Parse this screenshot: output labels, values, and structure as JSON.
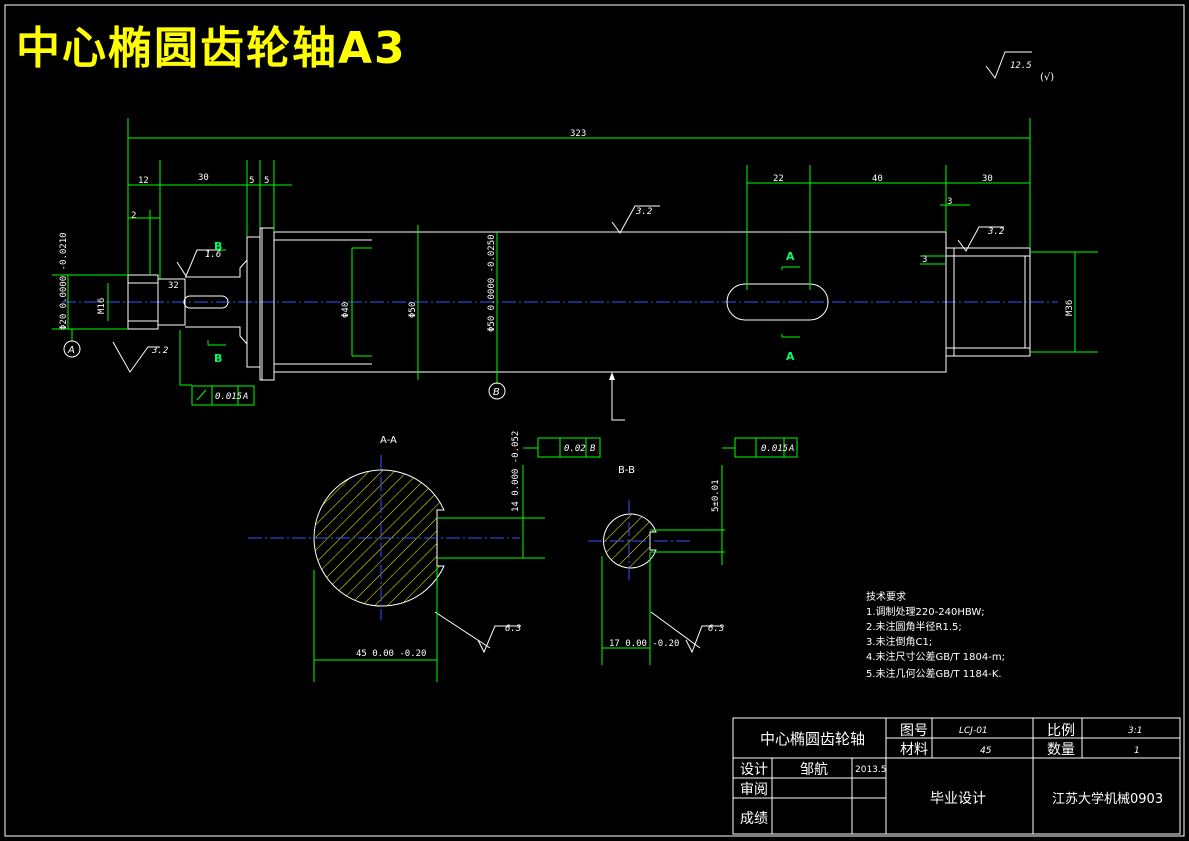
{
  "title": "中心椭圆齿轮轴A3",
  "roughness_general": {
    "value": "12.5",
    "mark": "(√)"
  },
  "dimensions": {
    "overall": "323",
    "d12": "12",
    "d30a": "30",
    "d5a": "5",
    "d5b": "5",
    "d22": "22",
    "d40": "40",
    "d30b": "30",
    "d2": "2",
    "d3a": "3",
    "d3b": "3",
    "d32": "32",
    "dia40": "Φ40",
    "dia50": "Φ50",
    "dia50tol": "Φ50 0.0000 -0.0250",
    "dia20tol": "Φ20 0.0000 -0.0210",
    "m16": "M16",
    "m36": "M36"
  },
  "roughness": {
    "r32a": "3.2",
    "r32b": "3.2",
    "r32c": "3.2",
    "r16": "1.6",
    "r63a": "6.3",
    "r63b": "6.3"
  },
  "datums": {
    "a": "A",
    "b": "B"
  },
  "sections": {
    "aa": "A-A",
    "bb": "B-B",
    "a_mark": "A",
    "b_mark": "B"
  },
  "tolerance_frames": {
    "runout": {
      "value": "0.015",
      "datum": "A"
    },
    "sym_aa": {
      "value": "0.02",
      "datum": "B"
    },
    "sym_bb": {
      "value": "0.015",
      "datum": "A"
    }
  },
  "section_dims": {
    "aa_depth": "14 0.000 -0.052",
    "aa_width": "45 0.00 -0.20",
    "bb_width": "5±0.01",
    "bb_depth": "17 0.00 -0.20"
  },
  "tech_requirements": {
    "heading": "技术要求",
    "items": [
      "1.调制处理220-240HBW;",
      "2.未注圆角半径R1.5;",
      "3.未注倒角C1;",
      "4.未注尺寸公差GB/T 1804-m;",
      "5.未注几何公差GB/T 1184-K."
    ]
  },
  "title_block": {
    "part_name": "中心椭圆齿轮轴",
    "drawing_no_label": "图号",
    "drawing_no": "LCJ-01",
    "scale_label": "比例",
    "scale": "3:1",
    "material_label": "材料",
    "material": "45",
    "quantity_label": "数量",
    "quantity": "1",
    "designer_label": "设计",
    "designer": "邹航",
    "date": "2013.5",
    "reviewer_label": "审阅",
    "grade_label": "成绩",
    "project": "毕业设计",
    "school": "江苏大学机械0903"
  },
  "colors": {
    "background": "#000000",
    "lines": "#ffffff",
    "dims": "#00ff00",
    "centerline": "#3355ff",
    "hatch": "#ffff00",
    "title": "#ffff00"
  }
}
